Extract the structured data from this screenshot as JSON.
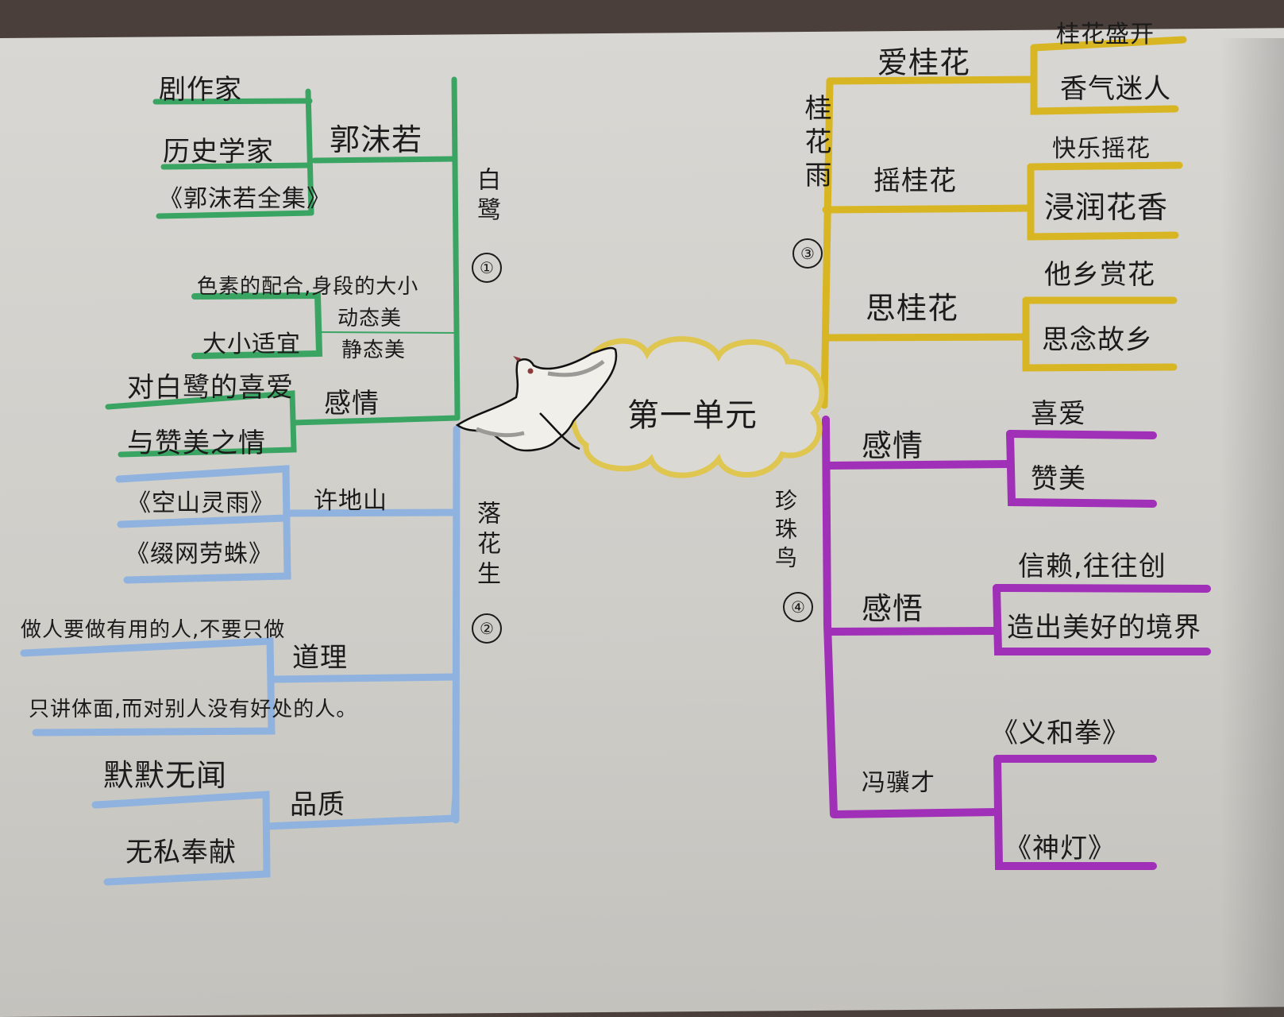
{
  "center": {
    "title": "第一单元",
    "icon": "dove-icon",
    "cloud_color": "#e0c64a"
  },
  "colors": {
    "paper": "#d6d5d1",
    "ink": "#1b1b1b",
    "green": "#3aa463",
    "blue": "#8fb3de",
    "yellow": "#d8b523",
    "purple": "#a030b8"
  },
  "branches": [
    {
      "id": "bailu",
      "title": "白鹭",
      "number": "①",
      "color": "#3aa463",
      "nodes": [
        {
          "label": "郭沫若",
          "children": [
            "剧作家",
            "历史学家",
            "《郭沫若全集》"
          ]
        },
        {
          "label_lines": [
            "动态美",
            "静态美"
          ],
          "children": [
            "色素的配合,身段的大小",
            "大小适宜"
          ]
        },
        {
          "label": "感情",
          "children": [
            "对白鹭的喜爱",
            "与赞美之情"
          ]
        }
      ]
    },
    {
      "id": "luohuasheng",
      "title": "落花生",
      "number": "②",
      "color": "#8fb3de",
      "nodes": [
        {
          "label": "许地山",
          "children": [
            "《空山灵雨》",
            "《缀网劳蛛》"
          ]
        },
        {
          "label": "道理",
          "children": [
            "做人要做有用的人,不要只做",
            "只讲体面,而对别人没有好处的人。"
          ]
        },
        {
          "label": "品质",
          "children": [
            "默默无闻",
            "无私奉献"
          ]
        }
      ]
    },
    {
      "id": "guihuayu",
      "title": "桂花雨",
      "number": "③",
      "color": "#d8b523",
      "nodes": [
        {
          "label": "爱桂花",
          "children": [
            "桂花盛开",
            "香气迷人"
          ]
        },
        {
          "label": "摇桂花",
          "children": [
            "快乐摇花",
            "浸润花香"
          ]
        },
        {
          "label": "思桂花",
          "children": [
            "他乡赏花",
            "思念故乡"
          ]
        }
      ]
    },
    {
      "id": "zhenzhuniao",
      "title": "珍珠鸟",
      "number": "④",
      "color": "#a030b8",
      "nodes": [
        {
          "label": "感情",
          "children": [
            "喜爱",
            "赞美"
          ]
        },
        {
          "label": "感悟",
          "children": [
            "信赖,往往创",
            "造出美好的境界"
          ]
        },
        {
          "label": "冯骥才",
          "children": [
            "《义和拳》",
            "《神灯》"
          ]
        }
      ]
    }
  ]
}
